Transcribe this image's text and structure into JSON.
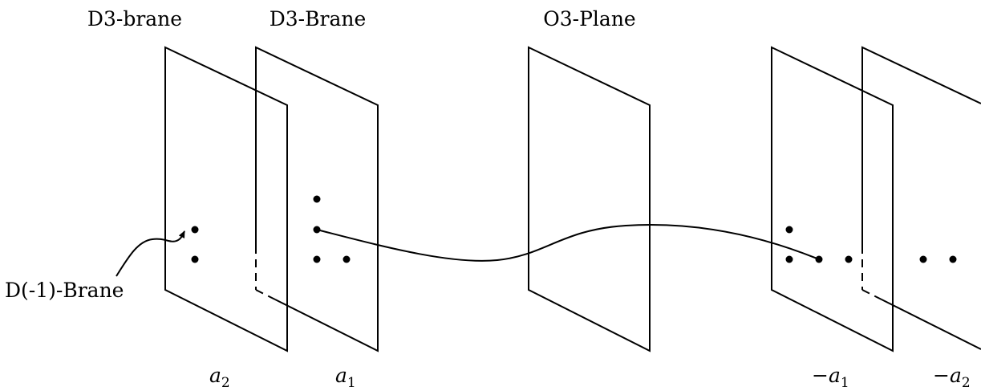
{
  "labels": {
    "brane_left": "D3-brane",
    "brane_right": "D3-Brane",
    "orientifold": "O3-Plane",
    "instanton": "D(-1)-Brane"
  },
  "positions": {
    "a2": {
      "symbol": "a",
      "index": "2"
    },
    "a1": {
      "symbol": "a",
      "index": "1"
    },
    "neg_a1": {
      "symbol": "−a",
      "index": "1"
    },
    "neg_a2": {
      "symbol": "−a",
      "index": "2"
    }
  }
}
